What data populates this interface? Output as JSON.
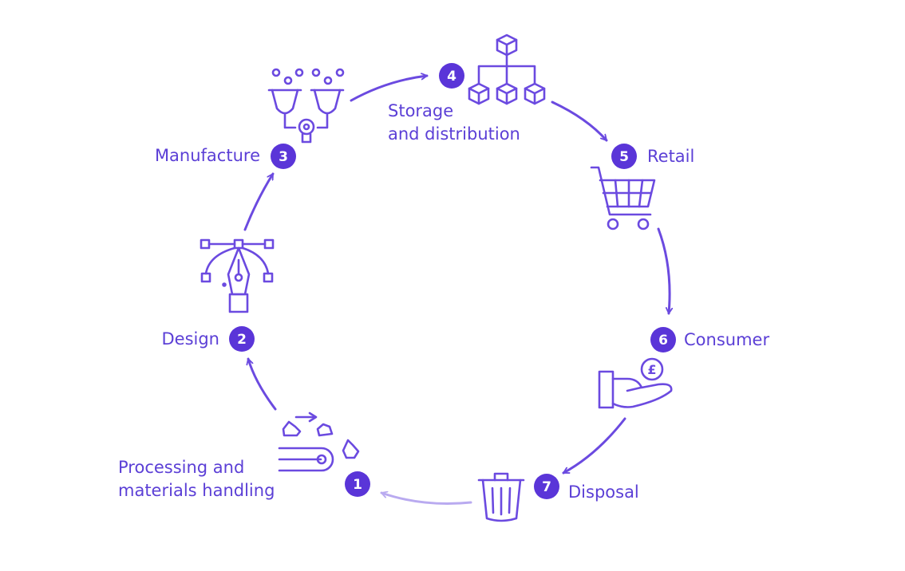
{
  "colors": {
    "primary": "#6b4ae0",
    "text": "#5b3fd6",
    "badge": "#5a35d8",
    "faded_arrow": "#b9aaf0",
    "background": "#ffffff"
  },
  "stages": [
    {
      "number": "1",
      "label_lines": [
        "Processing and",
        "materials handling"
      ],
      "icon": "conveyor-icon"
    },
    {
      "number": "2",
      "label_lines": [
        "Design"
      ],
      "icon": "pen-tool-icon"
    },
    {
      "number": "3",
      "label_lines": [
        "Manufacture"
      ],
      "icon": "factory-machine-icon"
    },
    {
      "number": "4",
      "label_lines": [
        "Storage",
        "and distribution"
      ],
      "icon": "distribution-boxes-icon"
    },
    {
      "number": "5",
      "label_lines": [
        "Retail"
      ],
      "icon": "shopping-cart-icon"
    },
    {
      "number": "6",
      "label_lines": [
        "Consumer"
      ],
      "icon": "hand-coin-icon"
    },
    {
      "number": "7",
      "label_lines": [
        "Disposal"
      ],
      "icon": "trash-bin-icon"
    }
  ],
  "coin_symbol": "£"
}
